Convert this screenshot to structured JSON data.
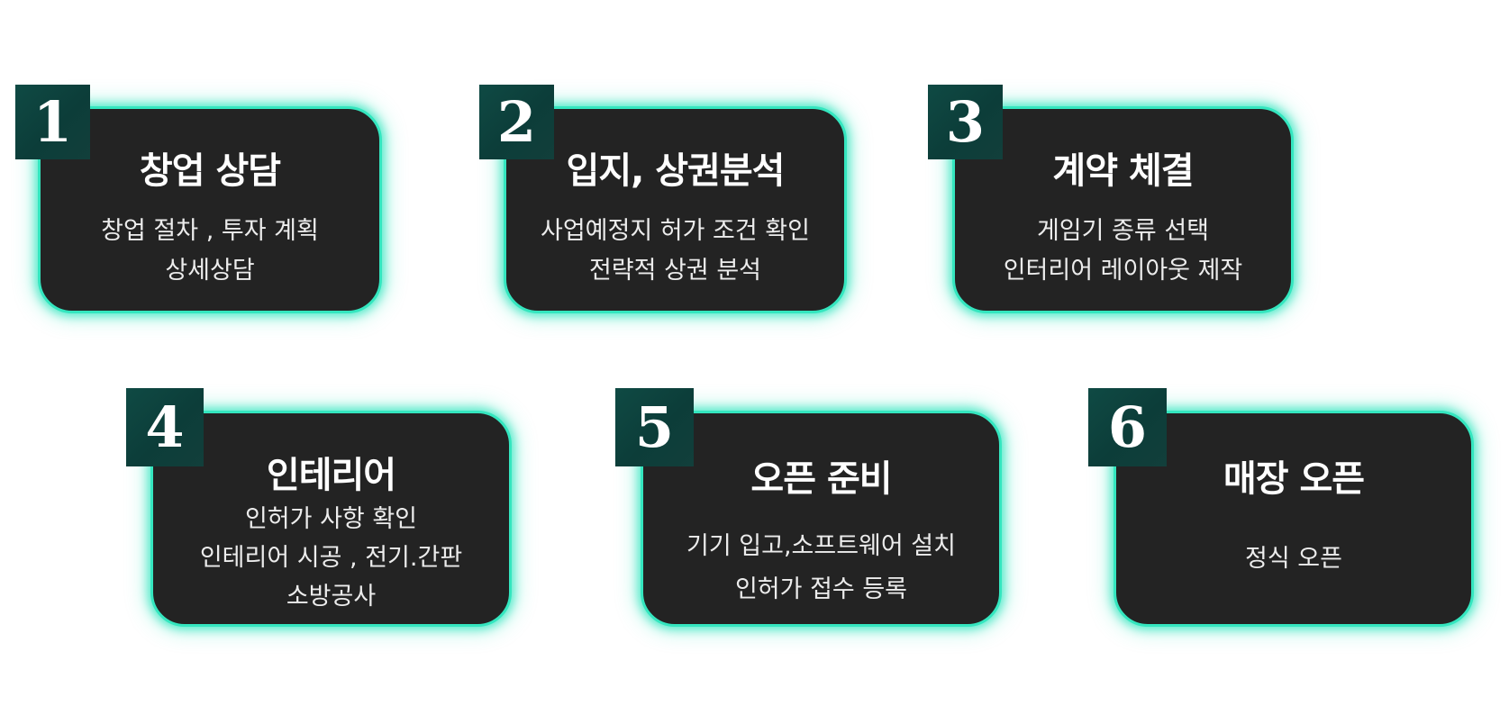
{
  "colors": {
    "card_background": "#232323",
    "card_glow": "#34e6bf",
    "badge_background": "#0c3d39",
    "text": "#ffffff",
    "page_background": "#ffffff"
  },
  "steps": [
    {
      "number": "1",
      "title": "창업 상담",
      "lines": [
        "창업 절차 , 투자 계획",
        "상세상담"
      ]
    },
    {
      "number": "2",
      "title": "입지, 상권분석",
      "lines": [
        "사업예정지 허가 조건 확인",
        "전략적 상권 분석"
      ]
    },
    {
      "number": "3",
      "title": "계약 체결",
      "lines": [
        "게임기 종류 선택",
        "인터리어 레이아웃 제작"
      ]
    },
    {
      "number": "4",
      "title": "인테리어",
      "lines": [
        "인허가 사항 확인",
        "인테리어 시공 , 전기.간판",
        "소방공사"
      ]
    },
    {
      "number": "5",
      "title": "오픈 준비",
      "lines": [
        "기기 입고,소프트웨어 설치",
        "인허가 접수 등록"
      ]
    },
    {
      "number": "6",
      "title": "매장 오픈",
      "lines": [
        "정식 오픈"
      ]
    }
  ]
}
